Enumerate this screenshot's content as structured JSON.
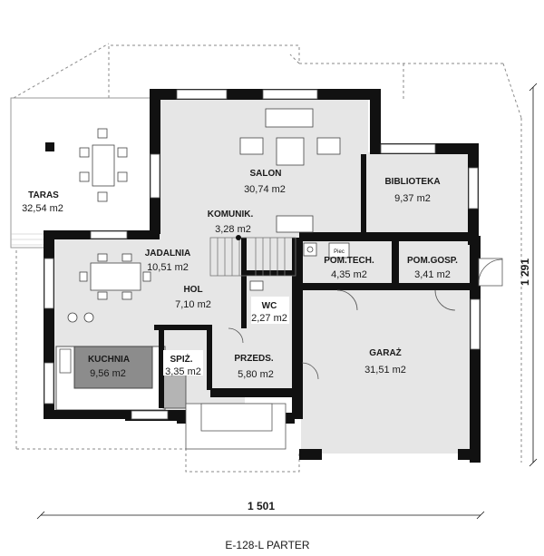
{
  "plan_code": "E-128-L PARTER",
  "dimensions": {
    "width": "1 501",
    "depth": "1 291"
  },
  "rooms": {
    "taras": {
      "name": "TARAS",
      "area": "32,54 m2"
    },
    "salon": {
      "name": "SALON",
      "area": "30,74 m2"
    },
    "biblioteka": {
      "name": "BIBLIOTEKA",
      "area": "9,37 m2"
    },
    "komunik": {
      "name": "KOMUNIK.",
      "area": "3,28 m2"
    },
    "jadalnia": {
      "name": "JADALNIA",
      "area": "10,51 m2"
    },
    "hol": {
      "name": "HOL",
      "area": "7,10 m2"
    },
    "wc": {
      "name": "WC",
      "area": "2,27 m2"
    },
    "pom_tech": {
      "name": "POM.TECH.",
      "area": "4,35 m2"
    },
    "pom_gosp": {
      "name": "POM.GOSP.",
      "area": "3,41 m2"
    },
    "kuchnia": {
      "name": "KUCHNIA",
      "area": "9,56 m2"
    },
    "spiz": {
      "name": "SPIŻ.",
      "area": "3,35 m2"
    },
    "przeds": {
      "name": "PRZEDS.",
      "area": "5,80 m2"
    },
    "garaz": {
      "name": "GARAŻ",
      "area": "31,51 m2"
    }
  },
  "fixtures": {
    "boiler_label": "Piec"
  },
  "colors": {
    "floor": "#e6e6e6",
    "wall": "#111111",
    "kitchen_island": "#8c8c8c",
    "dash": "#888888"
  }
}
